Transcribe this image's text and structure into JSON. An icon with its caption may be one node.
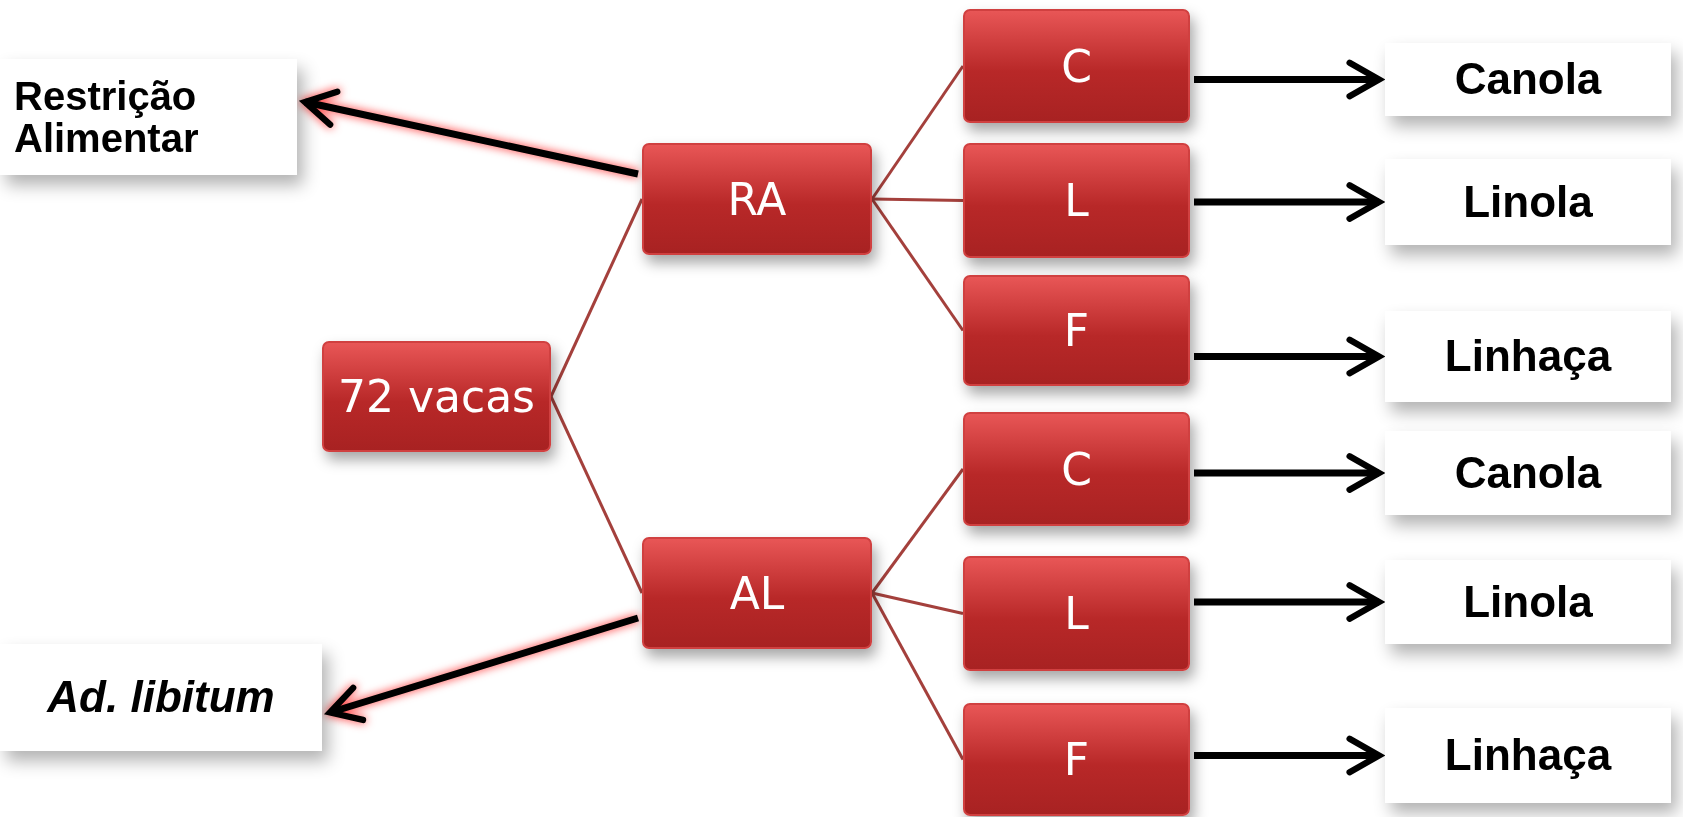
{
  "diagram": {
    "nodes": [
      {
        "text": [
          "Restrição Alimentar"
        ]
      },
      {
        "text": [
          "Ad. libitum"
        ]
      },
      {
        "text": [
          "72 vacas"
        ]
      },
      {
        "text": [
          "RA"
        ]
      },
      {
        "text": [
          "AL"
        ]
      },
      {
        "text": [
          "C"
        ]
      },
      {
        "text": [
          "L"
        ]
      },
      {
        "text": [
          "F"
        ]
      },
      {
        "text": [
          "C"
        ]
      },
      {
        "text": [
          "L"
        ]
      },
      {
        "text": [
          "F"
        ]
      },
      {
        "text": [
          "Canola"
        ]
      },
      {
        "text": [
          "Linola"
        ]
      },
      {
        "text": [
          "Linhaça"
        ]
      },
      {
        "text": [
          "Canola"
        ]
      },
      {
        "text": [
          "Linola"
        ]
      },
      {
        "text": [
          "Linhaça"
        ]
      }
    ],
    "edges": [
      {
        "from": 3,
        "to": 0,
        "arrow": "to",
        "style": "thick"
      },
      {
        "from": 4,
        "to": 1,
        "arrow": "to",
        "style": "thick"
      },
      {
        "from": 2,
        "to": 3,
        "arrow": "none",
        "color": "#a4403c"
      },
      {
        "from": 2,
        "to": 4,
        "arrow": "none",
        "color": "#a4403c"
      },
      {
        "from": 3,
        "to": 5,
        "arrow": "none",
        "color": "#a4403c"
      },
      {
        "from": 3,
        "to": 6,
        "arrow": "none",
        "color": "#a4403c"
      },
      {
        "from": 3,
        "to": 7,
        "arrow": "none",
        "color": "#a4403c"
      },
      {
        "from": 4,
        "to": 8,
        "arrow": "none",
        "color": "#a4403c"
      },
      {
        "from": 4,
        "to": 9,
        "arrow": "none",
        "color": "#a4403c"
      },
      {
        "from": 4,
        "to": 10,
        "arrow": "none",
        "color": "#a4403c"
      },
      {
        "from": 5,
        "to": 11,
        "arrow": "to",
        "style": "thick"
      },
      {
        "from": 6,
        "to": 12,
        "arrow": "to",
        "style": "thick"
      },
      {
        "from": 7,
        "to": 13,
        "arrow": "to",
        "style": "thick"
      },
      {
        "from": 8,
        "to": 14,
        "arrow": "to",
        "style": "thick"
      },
      {
        "from": 9,
        "to": 15,
        "arrow": "to",
        "style": "thick"
      },
      {
        "from": 10,
        "to": 16,
        "arrow": "to",
        "style": "thick"
      }
    ]
  }
}
